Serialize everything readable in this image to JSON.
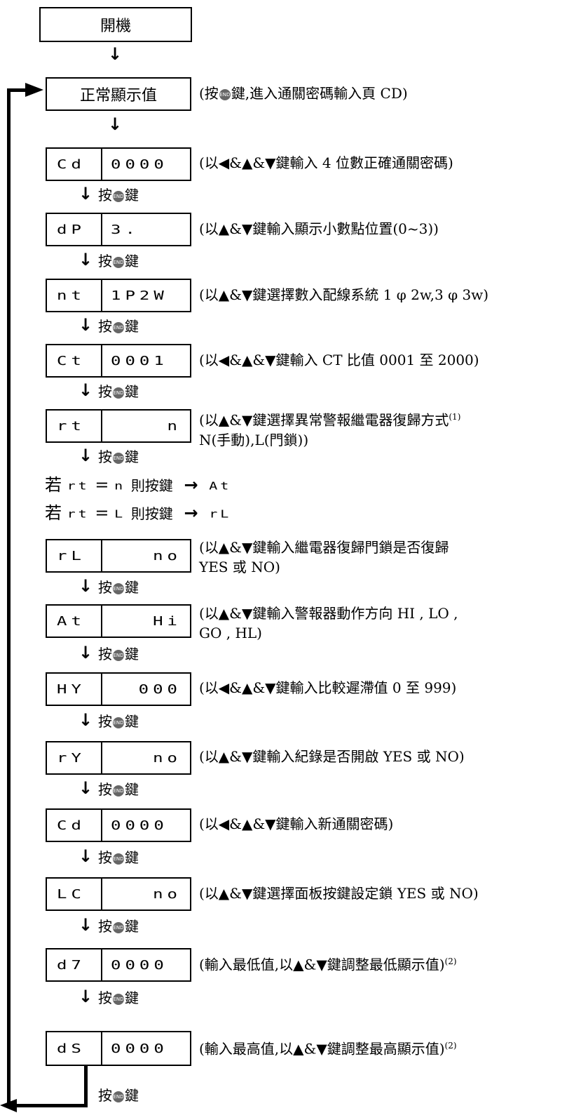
{
  "power_on_label": "開機",
  "normal_display_label": "正常顯示值",
  "normal_display_desc": "(按鍵,進入通關密碼輸入頁 CD)",
  "press_end_key_label": "按鍵",
  "end_key_icon": "END",
  "down_arrow": "↓",
  "steps": [
    {
      "code": "Cd",
      "value": "0000",
      "desc": "(以◀&▲&▼鍵輸入 4 位數正確通關密碼)"
    },
    {
      "code": "dP",
      "value": "3.",
      "desc": "(以▲&▼鍵輸入顯示小數點位置(0~3))"
    },
    {
      "code": "nt",
      "value": "1P2W",
      "desc": "(以▲&▼鍵選擇數入配線系統 1 φ 2w,3 φ 3w)"
    },
    {
      "code": "Ct",
      "value": "0001",
      "desc": "(以◀&▲&▼鍵輸入 CT 比值 0001 至 2000)"
    },
    {
      "code": "rt",
      "value": "n",
      "desc": "(以▲&▼鍵選擇異常警報繼電器復歸方式",
      "sup": "(1)",
      "desc2": "N(手動),L(門鎖))"
    },
    {
      "code": "rL",
      "value": "no",
      "desc": "(以▲&▼鍵輸入繼電器復歸門鎖是否復歸",
      "desc2": "YES 或 NO)"
    },
    {
      "code": "At",
      "value": "Hi",
      "desc": "(以▲&▼鍵輸入警報器動作方向 HI , LO ,",
      "desc2": "GO , HL)"
    },
    {
      "code": "HY",
      "value": "000",
      "desc": "(以◀&▲&▼鍵輸入比較遲滯值 0 至 999)"
    },
    {
      "code": "rY",
      "value": "no",
      "desc": "(以▲&▼鍵輸入紀錄是否開啟 YES 或 NO)"
    },
    {
      "code": "Cd",
      "value": "0000",
      "desc": "(以◀&▲&▼鍵輸入新通關密碼)"
    },
    {
      "code": "LC",
      "value": "no",
      "desc": "(以▲&▼鍵選擇面板按鍵設定鎖 YES 或 NO)"
    },
    {
      "code": "d7",
      "value": "0000",
      "desc": "(輸入最低值,以▲&▼鍵調整最低顯示值)",
      "sup": "(2)"
    },
    {
      "code": "dS",
      "value": "0000",
      "desc": "(輸入最高值,以▲&▼鍵調整最高顯示值)",
      "sup": "(2)"
    }
  ],
  "conditions": [
    {
      "prefix": "若",
      "code": "rt",
      "eq": "=",
      "value": "n",
      "then": "則按鍵",
      "arrow": "→",
      "target": "At"
    },
    {
      "prefix": "若",
      "code": "rt",
      "eq": "=",
      "value": "L",
      "then": "則按鍵",
      "arrow": "→",
      "target": "rL"
    }
  ]
}
